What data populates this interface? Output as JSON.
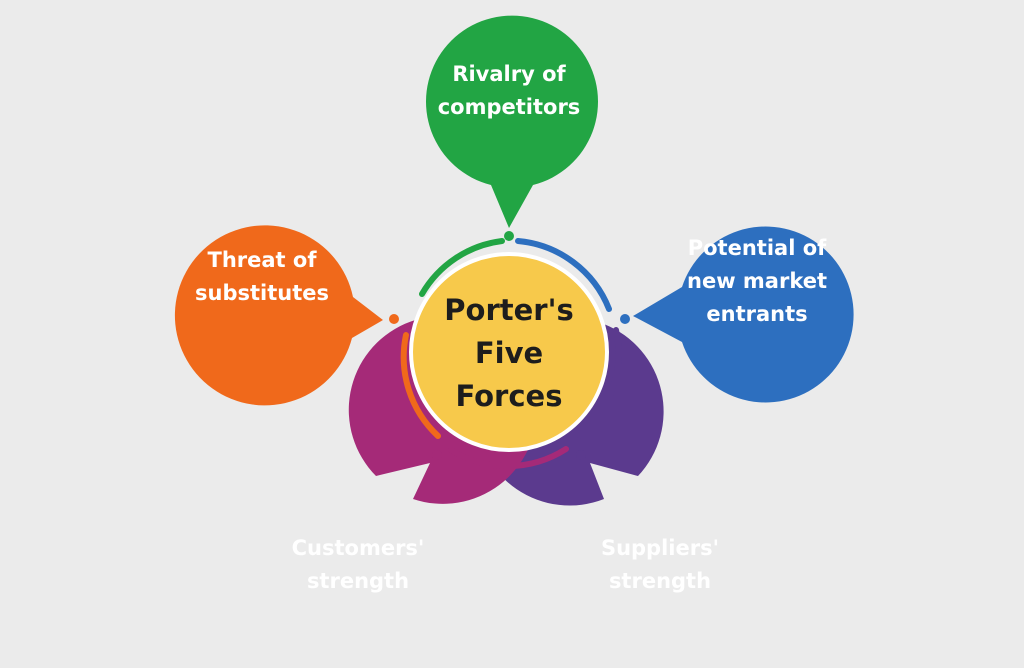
{
  "center": {
    "label": "Porter's\nFive\nForces",
    "color": "#f7c94b"
  },
  "forces": [
    {
      "id": "rivalry",
      "label": "Rivalry of\ncompetitors",
      "color": "#22a544"
    },
    {
      "id": "new-entrants",
      "label": "Potential of\nnew market\nentrants",
      "color": "#2d6fbf"
    },
    {
      "id": "suppliers",
      "label": "Suppliers'\nstrength",
      "color": "#5b3a8e"
    },
    {
      "id": "customers",
      "label": "Customers'\nstrength",
      "color": "#a52a78"
    },
    {
      "id": "substitutes",
      "label": "Threat of\nsubstitutes",
      "color": "#f0691b"
    }
  ]
}
